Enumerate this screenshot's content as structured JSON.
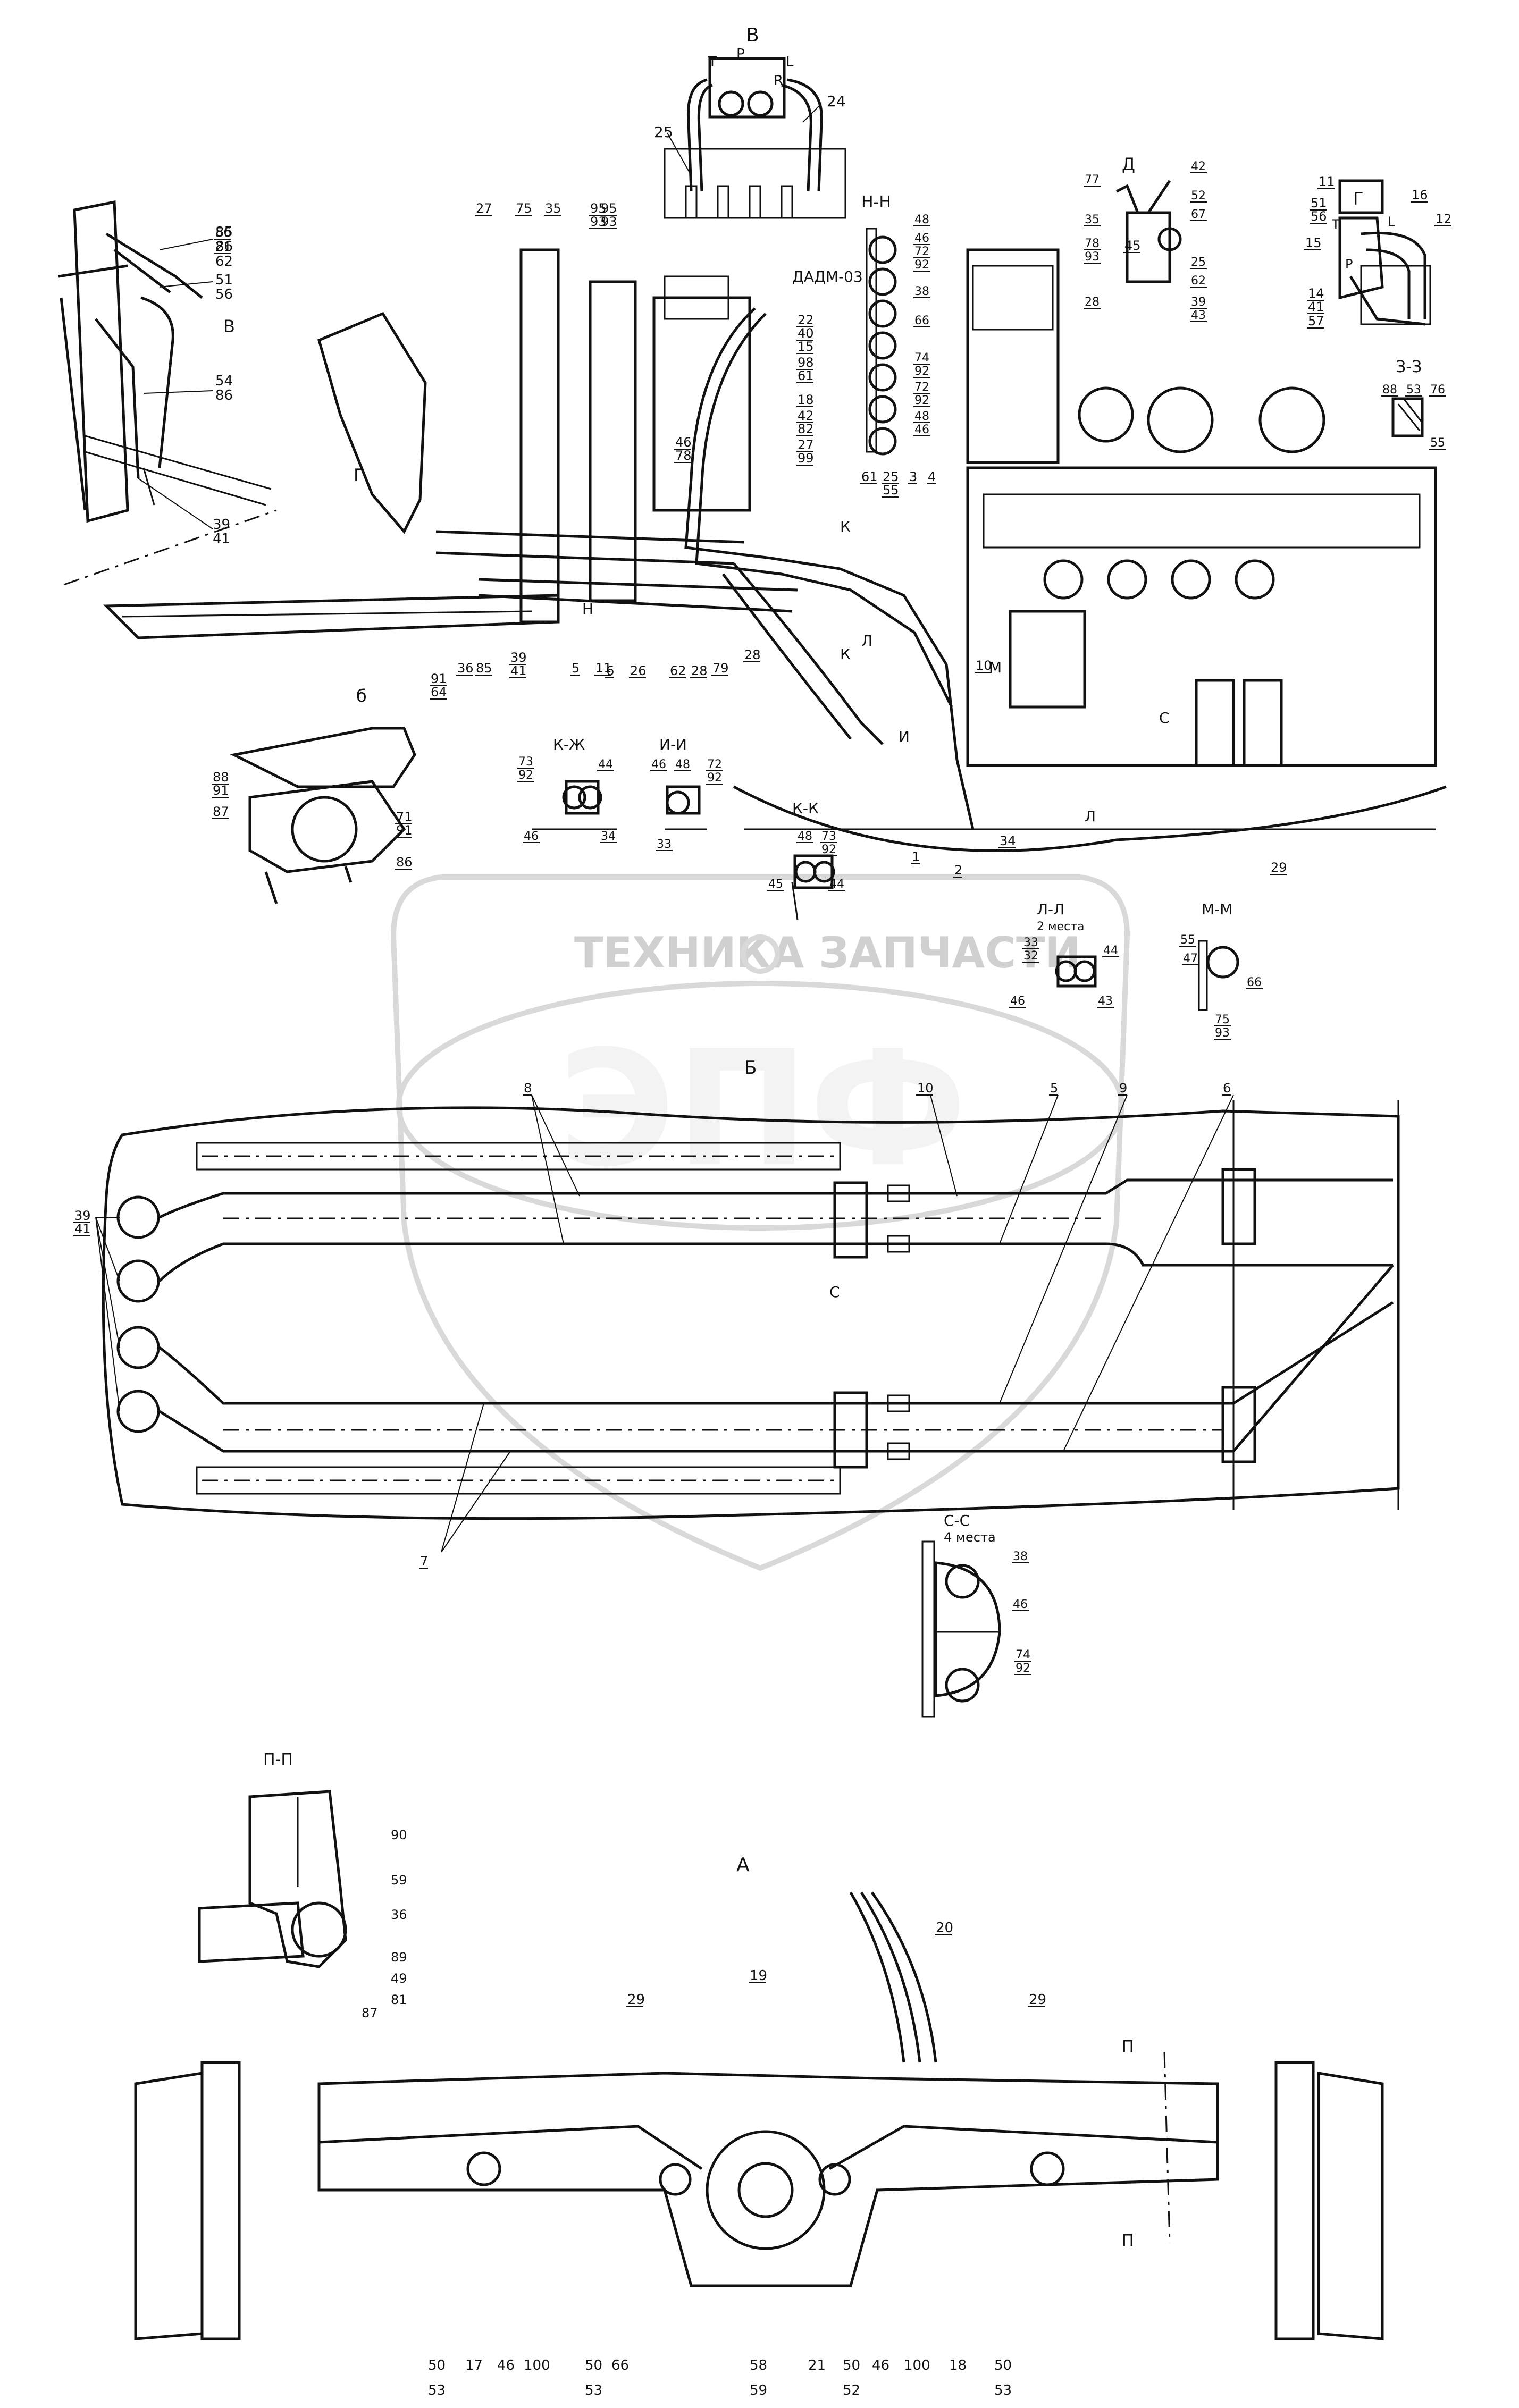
{
  "watermark": {
    "line1": "ТЕХНИКА",
    "line2": "ЗАПЧАСТИ",
    "logo": "ЭПФ"
  },
  "views": {
    "v_top": "В",
    "g": "Г",
    "d": "Д",
    "nn": "Н-Н",
    "zz": "З-З",
    "b1": "б",
    "kzh": "К-Ж",
    "ii": "И-И",
    "kk": "К-К",
    "ll": "Л-Л",
    "ll_note": "2 места",
    "mm": "М-М",
    "b": "Б",
    "ss": "С-С",
    "ss_note": "4 места",
    "pp": "П-П",
    "a": "А",
    "cut_p": "П",
    "cut_c": "С",
    "cut_k": "К",
    "cut_n": "Н",
    "cut_i": "И",
    "cut_l": "Л",
    "cut_m": "М",
    "cut_g": "Г",
    "cut_v": "В"
  },
  "labels": {
    "sensor": "ДАДМ-03",
    "l_top": [
      "P",
      "T",
      "R",
      "L"
    ],
    "l_g": [
      "T",
      "P",
      "L"
    ],
    "callouts_engine": [
      "27",
      "75",
      "35",
      "95",
      "93",
      "95",
      "93",
      "22",
      "40",
      "15",
      "98",
      "61",
      "18",
      "28",
      "42",
      "82",
      "27",
      "99",
      "61",
      "25",
      "55",
      "3",
      "4",
      "2",
      "1",
      "10",
      "34",
      "29",
      "5",
      "11",
      "6",
      "26",
      "62",
      "28",
      "79",
      "91",
      "64",
      "36",
      "85",
      "56",
      "21",
      "45",
      "46",
      "78",
      "39",
      "41"
    ],
    "callouts_g": [
      "51",
      "56",
      "16",
      "12",
      "15",
      "14",
      "41",
      "57",
      "11"
    ],
    "callouts_d": [
      "77",
      "35",
      "78",
      "93",
      "28",
      "42",
      "52",
      "67",
      "25",
      "62",
      "39",
      "43"
    ],
    "callouts_nn": [
      "48",
      "46",
      "72",
      "92",
      "38",
      "66",
      "74",
      "92",
      "72",
      "92",
      "48",
      "46"
    ],
    "callouts_zz": [
      "88",
      "53",
      "76",
      "55"
    ],
    "callouts_v_top": [
      "25",
      "24"
    ],
    "callouts_left": [
      "85",
      "86",
      "62",
      "51",
      "56",
      "54",
      "86",
      "39",
      "41"
    ],
    "callouts_b1": [
      "88",
      "91",
      "87",
      "71",
      "91",
      "86"
    ],
    "callouts_kzh": [
      "73",
      "92",
      "44",
      "46",
      "34"
    ],
    "callouts_ii": [
      "46",
      "48",
      "72",
      "92",
      "33"
    ],
    "callouts_kk": [
      "48",
      "73",
      "92",
      "45",
      "44"
    ],
    "callouts_ll": [
      "33",
      "32",
      "44",
      "46",
      "43"
    ],
    "callouts_mm": [
      "55",
      "47",
      "66",
      "75",
      "93"
    ],
    "callouts_b": [
      "39",
      "41",
      "8",
      "10",
      "5",
      "9",
      "6",
      "7"
    ],
    "callouts_ss": [
      "38",
      "46",
      "74",
      "92"
    ],
    "callouts_pp": [
      "90",
      "59",
      "36",
      "89",
      "49",
      "87",
      "81"
    ],
    "callouts_a_top": [
      "29",
      "19",
      "20",
      "29"
    ],
    "callouts_a_bottom_top": [
      "50",
      "17",
      "46",
      "100",
      "50",
      "66",
      "58",
      "21",
      "50",
      "46",
      "100",
      "18",
      "50"
    ],
    "callouts_a_bottom_low": [
      "53",
      "53",
      "59",
      "52",
      "53"
    ]
  }
}
